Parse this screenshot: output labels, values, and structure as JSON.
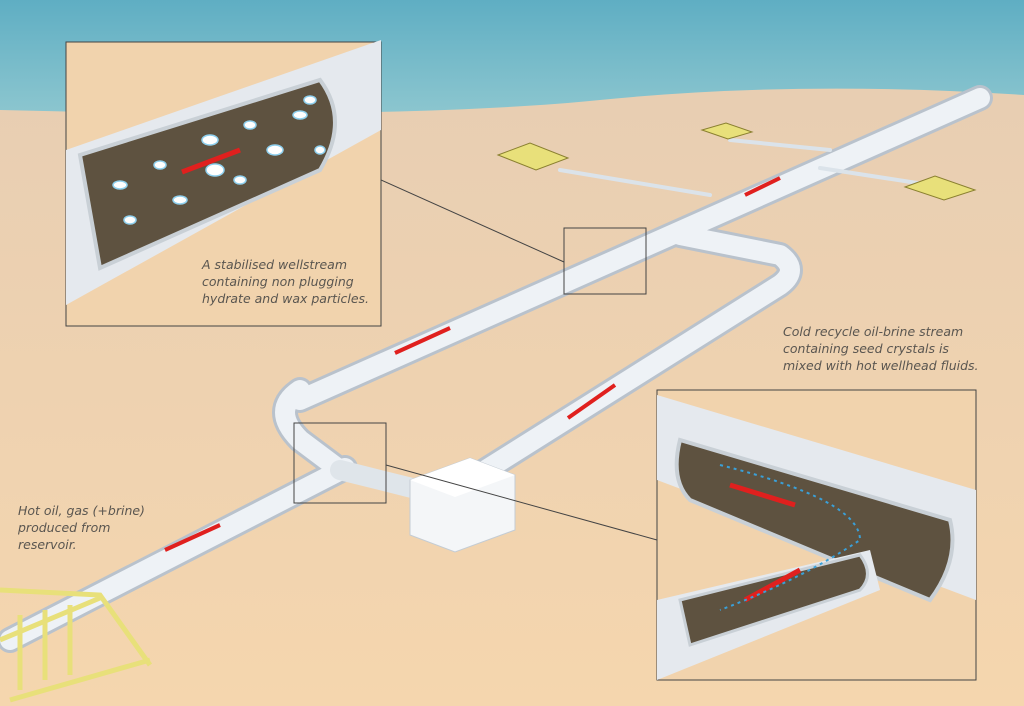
{
  "labels": {
    "inset_top": [
      "A stabilised wellstream",
      "containing non plugging",
      "hydrate and wax particles."
    ],
    "recycle": [
      "Cold recycle oil-brine stream",
      "containing seed crystals is",
      "mixed with hot wellhead fluids."
    ],
    "source": [
      "Hot oil, gas (+brine)",
      "produced from",
      "reservoir."
    ]
  },
  "colors": {
    "sea": "#6fb4c6",
    "seabed": "#f2d3ad",
    "arrow": "#e0201e",
    "structure": "#e8e07a"
  }
}
